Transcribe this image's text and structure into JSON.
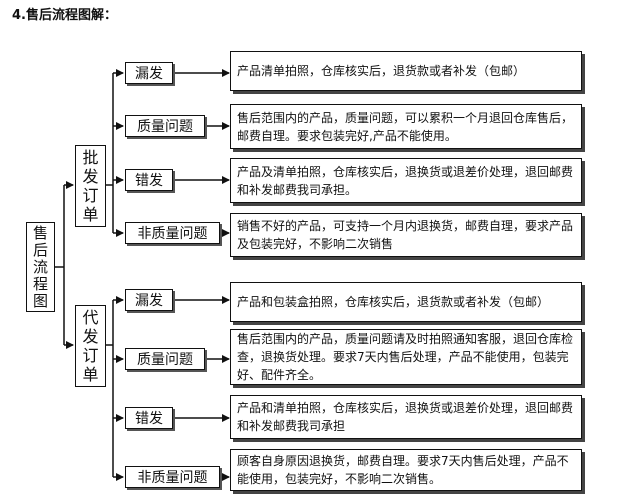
{
  "title": "4.售后流程图解：",
  "root": {
    "chars": [
      "售",
      "后",
      "流",
      "程",
      "图"
    ]
  },
  "groups": [
    {
      "chars": [
        "批",
        "发",
        "订",
        "单"
      ],
      "items": [
        {
          "label": "漏发",
          "text": "产品清单拍照，仓库核实后，退货款或者补发（包邮）"
        },
        {
          "label": "质量问题",
          "text": "售后范围内的产品，质量问题，可以累积一个月退回仓库售后，邮费自理。要求包装完好,产品不能使用。"
        },
        {
          "label": "错发",
          "text": "产品及清单拍照，仓库核实后，退换货或退差价处理，退回邮费和补发邮费我司承担。"
        },
        {
          "label": "非质量问题",
          "text": "销售不好的产品，可支持一个月内退换货，邮费自理，要求产品及包装完好，不影响二次销售"
        }
      ]
    },
    {
      "chars": [
        "代",
        "发",
        "订",
        "单"
      ],
      "items": [
        {
          "label": "漏发",
          "text": "产品和包装盒拍照，仓库核实后，退货款或者补发（包邮）"
        },
        {
          "label": "质量问题",
          "text": "售后范围内的产品，质量问题请及时拍照通知客服，退回仓库检查，退换货处理。要求7天内售后处理，产品不能使用，包装完好、配件齐全。"
        },
        {
          "label": "错发",
          "text": "产品和清单拍照，仓库核实后，退换货或退差价处理，退回邮费和补发邮费我司承担"
        },
        {
          "label": "非质量问题",
          "text": "顾客自身原因退换货，邮费自理。要求7天内售后处理，产品不能使用，包装完好，不影响二次销售。"
        }
      ]
    }
  ]
}
